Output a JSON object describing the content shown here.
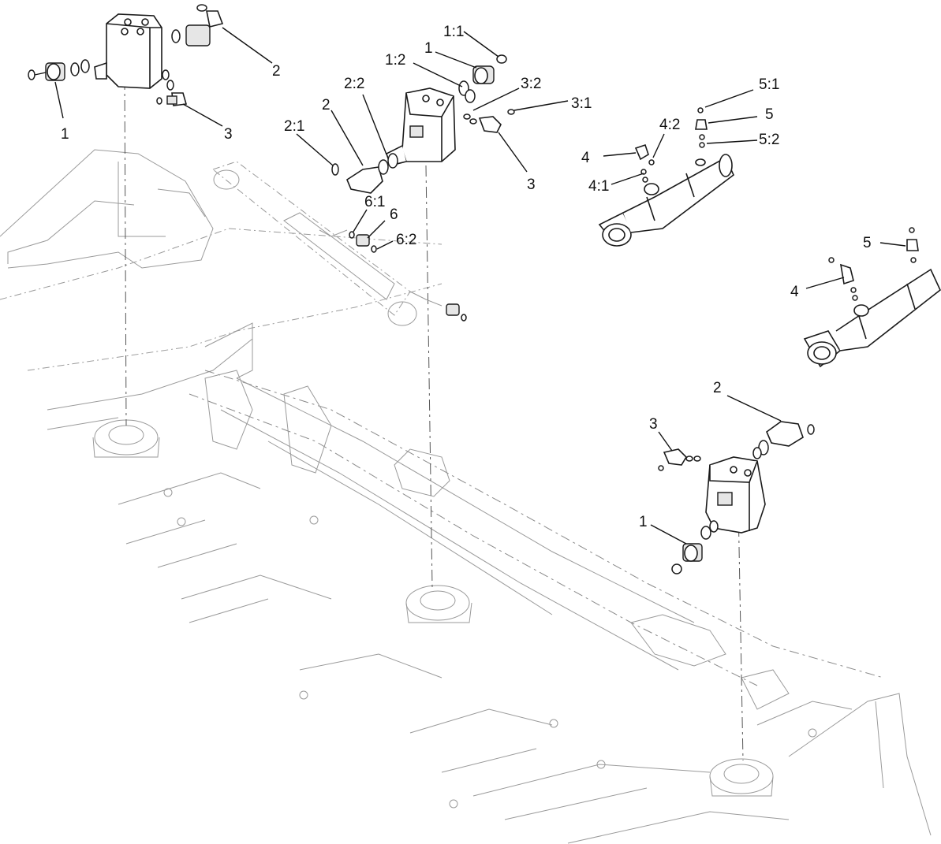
{
  "callouts": [
    {
      "id": "tl-1",
      "text": "1"
    },
    {
      "id": "tl-2",
      "text": "2"
    },
    {
      "id": "tl-3",
      "text": "3"
    },
    {
      "id": "c-1-1",
      "text": "1:1"
    },
    {
      "id": "c-1",
      "text": "1"
    },
    {
      "id": "c-1-2",
      "text": "1:2"
    },
    {
      "id": "c-2-2",
      "text": "2:2"
    },
    {
      "id": "c-3-2",
      "text": "3:2"
    },
    {
      "id": "c-3-1",
      "text": "3:1"
    },
    {
      "id": "c-2",
      "text": "2"
    },
    {
      "id": "c-2-1",
      "text": "2:1"
    },
    {
      "id": "c-3",
      "text": "3"
    },
    {
      "id": "c-6-1",
      "text": "6:1"
    },
    {
      "id": "c-6",
      "text": "6"
    },
    {
      "id": "c-6-2",
      "text": "6:2"
    },
    {
      "id": "r-5-1",
      "text": "5:1"
    },
    {
      "id": "r-4-2",
      "text": "4:2"
    },
    {
      "id": "r-5",
      "text": "5"
    },
    {
      "id": "r-4",
      "text": "4"
    },
    {
      "id": "r-5-2",
      "text": "5:2"
    },
    {
      "id": "r-4-1",
      "text": "4:1"
    },
    {
      "id": "rr-5",
      "text": "5"
    },
    {
      "id": "rr-4",
      "text": "4"
    },
    {
      "id": "br-2",
      "text": "2"
    },
    {
      "id": "br-3",
      "text": "3"
    },
    {
      "id": "br-1",
      "text": "1"
    }
  ],
  "colors": {
    "line": "#1a1a1a",
    "ghost": "#9a9a9a",
    "background": "#ffffff"
  }
}
